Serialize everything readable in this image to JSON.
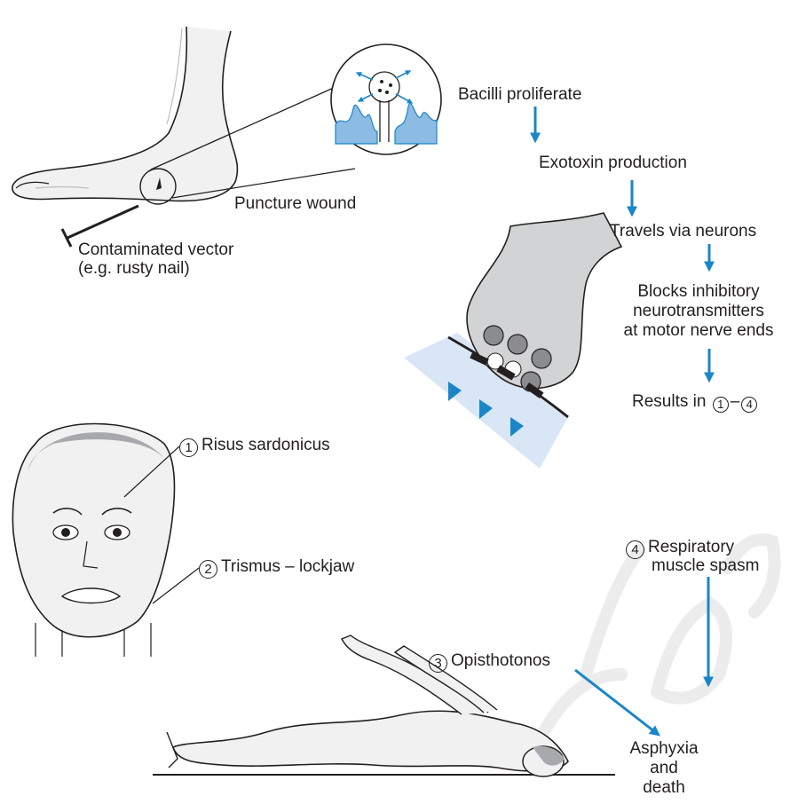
{
  "colors": {
    "arrow": "#1a86c7",
    "skin": "#f1f1f1",
    "outline": "#231f20",
    "hair": "#a7a9ac",
    "synapse_bg": "#d8e6f5",
    "blue_fill": "#8cbbe3",
    "watermark": "#ececec"
  },
  "labels": {
    "puncture_wound": "Puncture wound",
    "vector_line1": "Contaminated vector",
    "vector_line2": "(e.g. rusty nail)",
    "risus_num": "1",
    "risus": "Risus sardonicus",
    "trismus_num": "2",
    "trismus": "Trismus – lockjaw",
    "opistho_num": "3",
    "opisthotonos": "Opisthotonos",
    "resp_num": "4",
    "resp_line1": "Respiratory",
    "resp_line2": "muscle spasm",
    "asphyxia_line1": "Asphyxia",
    "asphyxia_line2": "and",
    "asphyxia_line3": "death"
  },
  "flow": {
    "step1": "Bacilli proliferate",
    "step2": "Exotoxin production",
    "step3": "Travels via neurons",
    "step4_line1": "Blocks inhibitory",
    "step4_line2": "neurotransmitters",
    "step4_line3": "at motor nerve ends",
    "step5_prefix": "Results in",
    "step5_from": "1",
    "step5_dash": "–",
    "step5_to": "4"
  },
  "icons": {
    "foot": "foot-illustration",
    "magnifier": "bacteria-magnifier-icon",
    "nail": "rusty-nail-icon",
    "synapse": "synapse-illustration",
    "face": "face-illustration",
    "body": "reclining-body-illustration"
  }
}
